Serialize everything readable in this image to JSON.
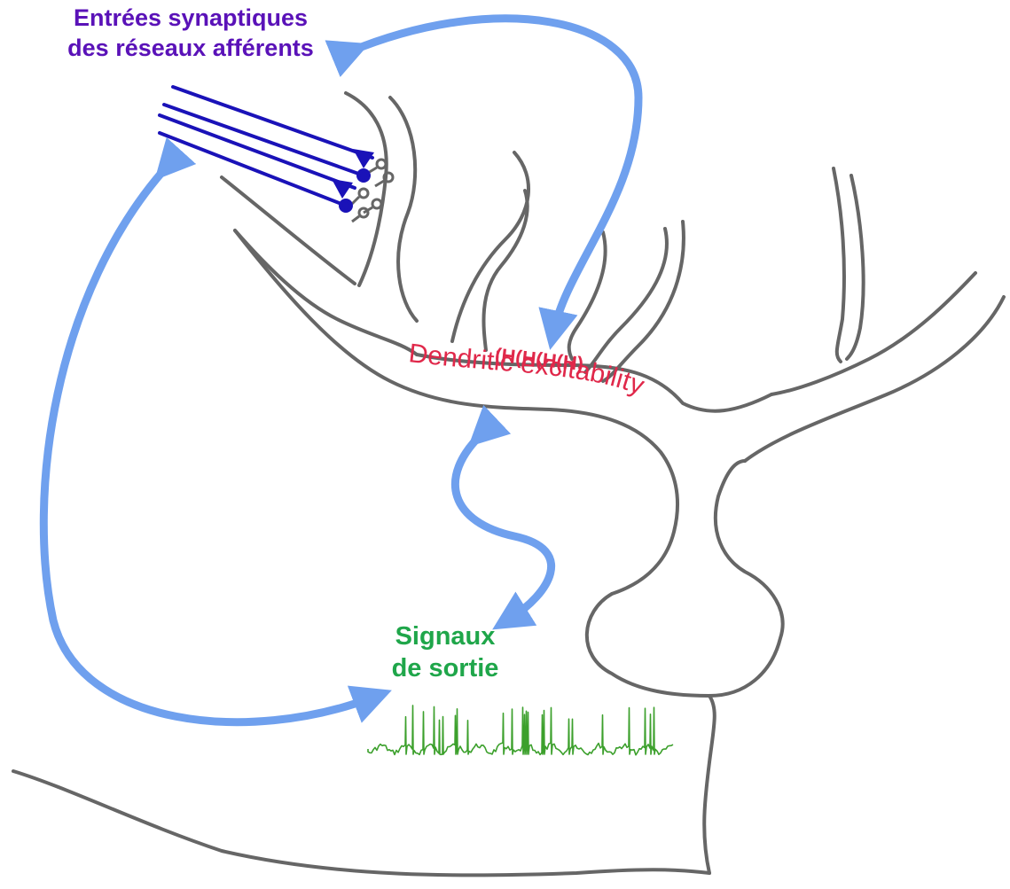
{
  "labels": {
    "synaptic_inputs": [
      "Entrées synaptiques",
      "des réseaux afférents"
    ],
    "output_signals": [
      "Signaux",
      "de sortie"
    ],
    "dendritic_excitability": "Dendritic excitability",
    "channels": "(H(H(H(H)"
  },
  "colors": {
    "input_text": "#5A12B8",
    "axon_lines": "#1A12B8",
    "output_text": "#1FA64A",
    "spike_trace": "#3CA02C",
    "arrows": "#6FA0EE",
    "neuron_outline": "#666666",
    "excitability_text": "#E0284A"
  },
  "spike_train": {
    "spike_count": 28
  }
}
